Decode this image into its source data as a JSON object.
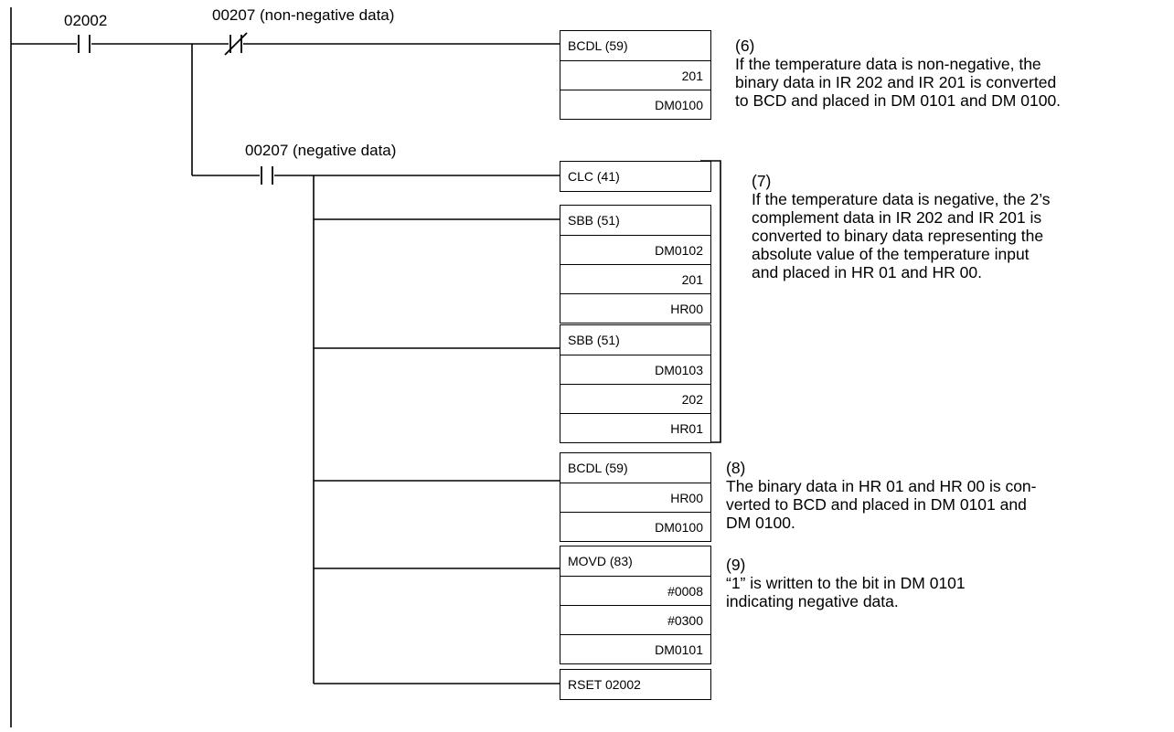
{
  "contacts": {
    "c1": {
      "label": "02002",
      "type": "no"
    },
    "c2": {
      "label": "00207 (non-negative data)",
      "type": "nc"
    },
    "c3": {
      "label": "00207 (negative data)",
      "type": "no"
    }
  },
  "instructions": [
    {
      "id": "bcdl1",
      "cells": [
        "BCDL (59)",
        "201",
        "DM0100"
      ]
    },
    {
      "id": "clc",
      "cells": [
        "CLC (41)"
      ]
    },
    {
      "id": "sbb1",
      "cells": [
        "SBB (51)",
        "DM0102",
        "201",
        "HR00"
      ]
    },
    {
      "id": "sbb2",
      "cells": [
        "SBB (51)",
        "DM0103",
        "202",
        "HR01"
      ]
    },
    {
      "id": "bcdl2",
      "cells": [
        "BCDL (59)",
        "HR00",
        "DM0100"
      ]
    },
    {
      "id": "movd",
      "cells": [
        "MOVD (83)",
        "#0008",
        "#0300",
        "DM0101"
      ]
    },
    {
      "id": "rset",
      "cells": [
        "RSET 02002"
      ]
    }
  ],
  "notes": {
    "n6": {
      "num": "(6)",
      "lines": [
        "If the temperature data is non-negative, the",
        "binary data in IR 202 and IR 201 is converted",
        "to BCD and placed in DM 0101 and DM 0100."
      ]
    },
    "n7": {
      "num": "(7)",
      "lines": [
        "If the temperature data is negative, the 2’s",
        "complement data in IR 202 and IR 201 is",
        "converted to binary data representing the",
        "absolute value of the temperature input",
        "and placed in HR 01 and HR 00."
      ]
    },
    "n8": {
      "num": "(8)",
      "lines": [
        "The binary data in HR 01 and HR 00 is con-",
        "verted to BCD and placed in DM 0101 and",
        "DM 0100."
      ]
    },
    "n9": {
      "num": "(9)",
      "lines": [
        "“1” is written to the bit in DM 0101",
        "indicating negative data."
      ]
    }
  }
}
